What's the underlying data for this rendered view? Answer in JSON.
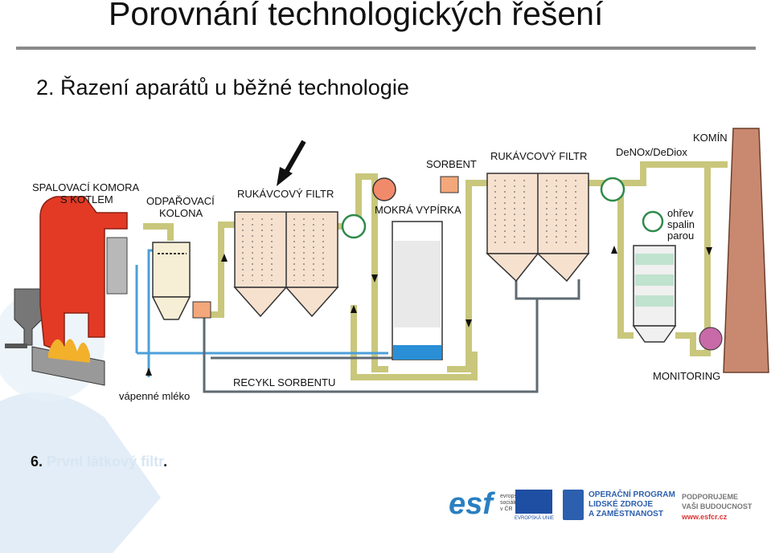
{
  "header": {
    "title": "Porovnání technologických řešení",
    "subtitle": "2. Řazení aparátů u běžné technologie"
  },
  "diagram": {
    "labels": {
      "combustion_line1": "SPALOVACÍ KOMORA",
      "combustion_line2": "S KOTLEM",
      "evap_line1": "ODPAŘOVACÍ",
      "evap_line2": "KOLONA",
      "bag_filter_1": "RUKÁVCOVÝ FILTR",
      "sorbent": "SORBENT",
      "wet_scrubber": "MOKRÁ VYPÍRKA",
      "bag_filter_2": "RUKÁVCOVÝ FILTR",
      "denox": "DeNOx/DeDiox",
      "stack": "KOMÍN",
      "reheat_line1": "ohřev",
      "reheat_line2": "spalin",
      "reheat_line3": "parou",
      "monitoring": "MONITORING",
      "recycle": "RECYKL SORBENTU",
      "lime_milk": "vápenné mléko"
    },
    "colors": {
      "duct": "#c9c77c",
      "furnace": "#e23a25",
      "vessel": "#f6e1cf",
      "stack": "#c98970",
      "water": "#2a8fd6",
      "pipe_blue": "#4d9fd9",
      "pipe_grey": "#5f6a72",
      "exchanger": "#2f8a4a"
    }
  },
  "footer": {
    "number": "6.",
    "text": "První látkový filtr",
    "period": "."
  },
  "logos": {
    "esf": "esf",
    "esf_small": "evropský sociální fond v ČR",
    "eu_caption": "EVROPSKÁ UNIE",
    "op_text": "OPERAČNÍ PROGRAM\nLIDSKÉ ZDROJE\nA ZAMĚSTNANOST",
    "pod_text": "PODPORUJEME\nVAŠI BUDOUCNOST",
    "pod_url": "www.esfcr.cz"
  }
}
